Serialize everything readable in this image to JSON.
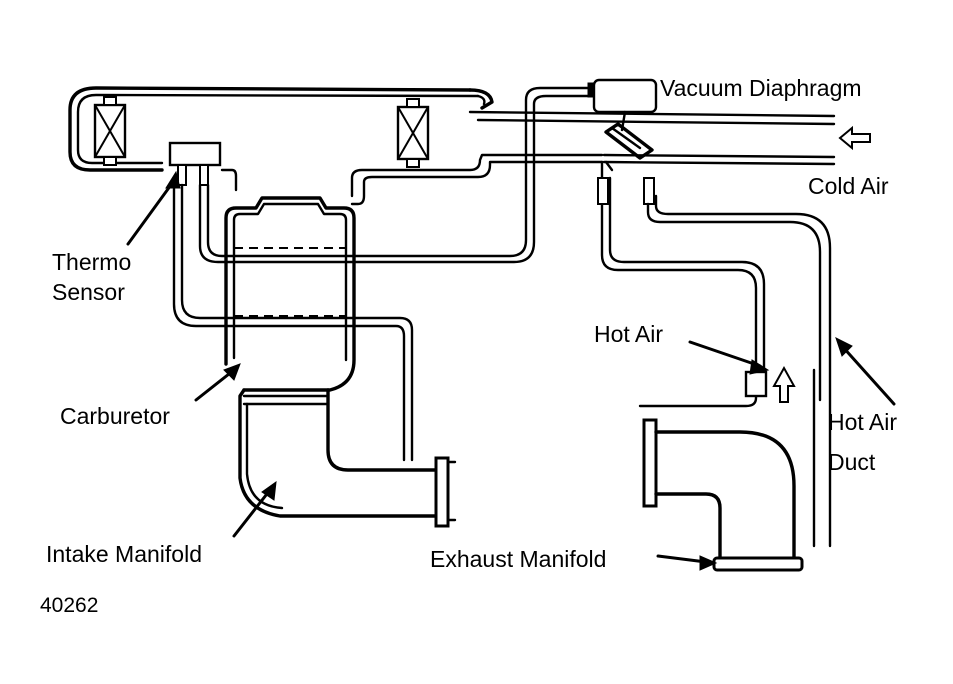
{
  "labels": {
    "vacuum_diaphragm": "Vacuum Diaphragm",
    "cold_air": "Cold Air",
    "thermo": "Thermo",
    "sensor": "Sensor",
    "hot_air": "Hot Air",
    "carburetor": "Carburetor",
    "hot_air_duct_line1": "Hot Air",
    "hot_air_duct_line2": "Duct",
    "intake_manifold": "Intake Manifold",
    "exhaust_manifold": "Exhaust Manifold"
  },
  "figure_number": "40262",
  "colors": {
    "ink": "#000000",
    "paper": "#ffffff"
  }
}
